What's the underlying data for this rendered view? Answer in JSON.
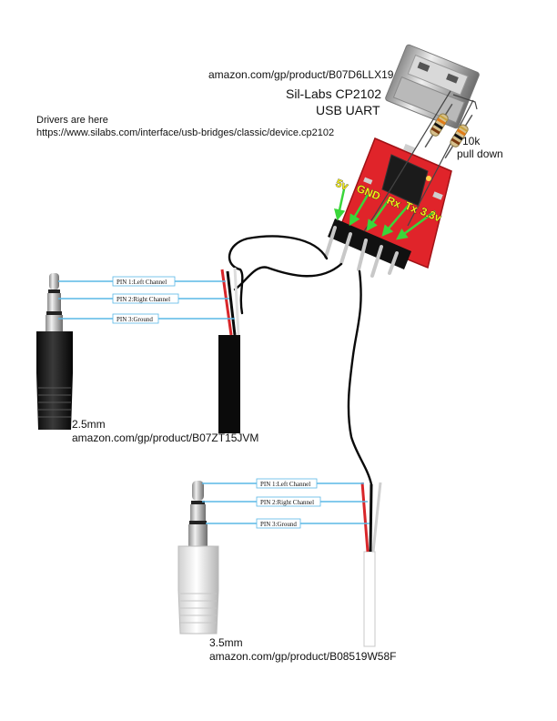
{
  "module": {
    "amazon_link": "amazon.com/gp/product/B07D6LLX19",
    "name_line1": "Sil-Labs CP2102",
    "name_line2": "USB UART",
    "resistor_label_line1": "10k",
    "resistor_label_line2": "pull down",
    "pin_labels": [
      "5v",
      "GND",
      "Rx",
      "Tx",
      "3.3v"
    ]
  },
  "drivers": {
    "heading": "Drivers are here",
    "url": "https://www.silabs.com/interface/usb-bridges/classic/device.cp2102"
  },
  "jack_25": {
    "size_label": "2.5mm",
    "amazon_link": "amazon.com/gp/product/B07ZT15JVM",
    "pins": [
      "PIN 1:Left Channel",
      "PIN 2:Right Channel",
      "PIN 3:Ground"
    ]
  },
  "jack_35": {
    "size_label": "3.5mm",
    "amazon_link": "amazon.com/gp/product/B08519W58F",
    "pins": [
      "PIN 1:Left Channel",
      "PIN 2:Right Channel",
      "PIN 3:Ground"
    ]
  },
  "colors": {
    "pcb_red": "#e0242a",
    "annotation_green": "#3ad63a",
    "pin_label_yellow": "#f4ee1a",
    "pinout_line_cyan": "#5ab8e6",
    "wire_red": "#d8262a",
    "wire_black": "#0a0a0a"
  }
}
